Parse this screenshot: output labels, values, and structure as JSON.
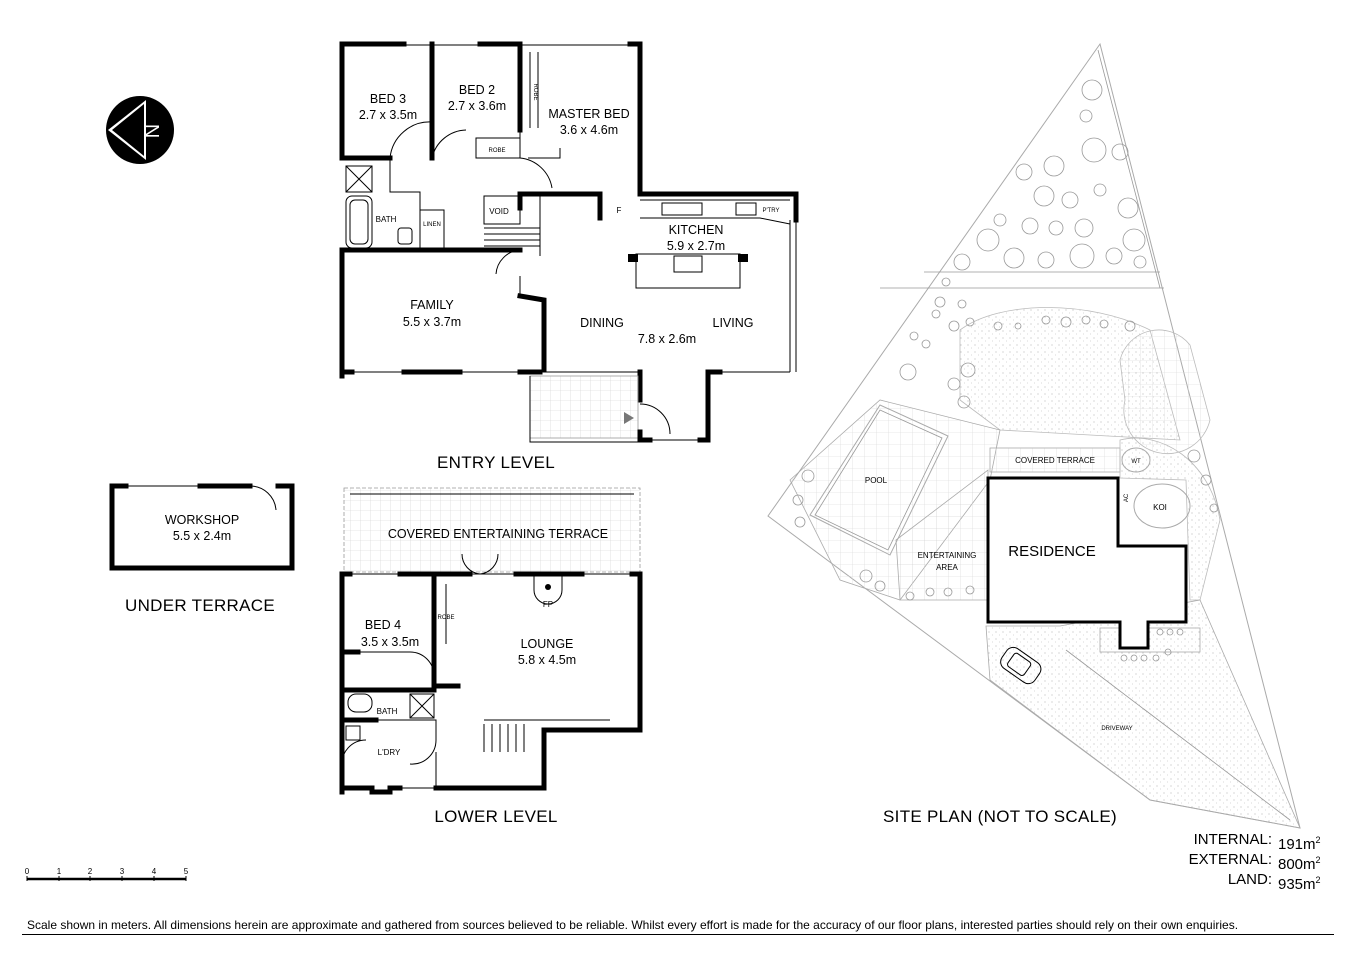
{
  "entry_level": {
    "title": "ENTRY LEVEL",
    "rooms": {
      "bed3": {
        "name": "BED 3",
        "dims": "2.7 x 3.5m"
      },
      "bed2": {
        "name": "BED 2",
        "dims": "2.7 x 3.6m"
      },
      "master": {
        "name": "MASTER BED",
        "dims": "3.6 x 4.6m"
      },
      "bath": "BATH",
      "linen": "LINEN",
      "void": "VOID",
      "robe1": "ROBE",
      "robe2": "ROBE",
      "fridge": "F",
      "pantry": "P'TRY",
      "kitchen": {
        "name": "KITCHEN",
        "dims": "5.9 x 2.7m"
      },
      "family": {
        "name": "FAMILY",
        "dims": "5.5 x 3.7m"
      },
      "dining": "DINING",
      "living": "LIVING",
      "dining_living_dims": "7.8 x 2.6m"
    }
  },
  "lower_level": {
    "title": "LOWER LEVEL",
    "rooms": {
      "terrace": "COVERED ENTERTAINING  TERRACE",
      "bed4": {
        "name": "BED 4",
        "dims": "3.5 x 3.5m"
      },
      "robe": "ROBE",
      "fp": "FP",
      "lounge": {
        "name": "LOUNGE",
        "dims": "5.8 x 4.5m"
      },
      "bath": "BATH",
      "laundry": "L'DRY"
    }
  },
  "under_terrace": {
    "title": "UNDER TERRACE",
    "workshop": {
      "name": "WORKSHOP",
      "dims": "5.5 x 2.4m"
    }
  },
  "site_plan": {
    "title": "SITE PLAN (NOT TO SCALE)",
    "labels": {
      "pool": "POOL",
      "covered_terrace": "COVERED TERRACE",
      "wt": "WT",
      "ac": "AC",
      "koi": "KOI",
      "residence": "RESIDENCE",
      "entertaining": "ENTERTAINING",
      "area": "AREA",
      "driveway": "DRIVEWAY"
    }
  },
  "compass": {
    "letter": "N",
    "icon": "north-arrow-icon"
  },
  "scale": {
    "ticks": [
      "0",
      "1",
      "2",
      "3",
      "4",
      "5"
    ]
  },
  "areas": [
    {
      "label": "INTERNAL:",
      "value": "191m",
      "unit_sup": "2"
    },
    {
      "label": "EXTERNAL:",
      "value": "800m",
      "unit_sup": "2"
    },
    {
      "label": "LAND:",
      "value": "935m",
      "unit_sup": "2"
    }
  ],
  "disclaimer": "Scale shown in meters. All dimensions herein are approximate and gathered from sources believed to be  reliable. Whilst every effort is made for the accuracy of our floor plans, interested parties should rely on their own enquiries."
}
